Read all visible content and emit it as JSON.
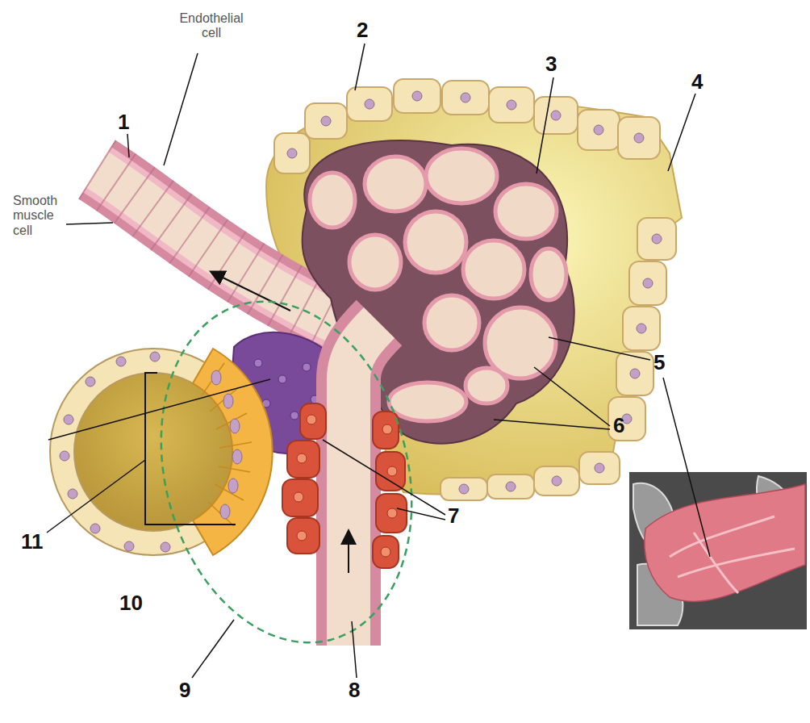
{
  "diagram": {
    "labels": [
      "Endothelial cell",
      "1",
      "2",
      "3",
      "4",
      "Smooth muscle cell",
      "5",
      "6",
      "7",
      "11",
      "10",
      "9",
      "8"
    ]
  }
}
